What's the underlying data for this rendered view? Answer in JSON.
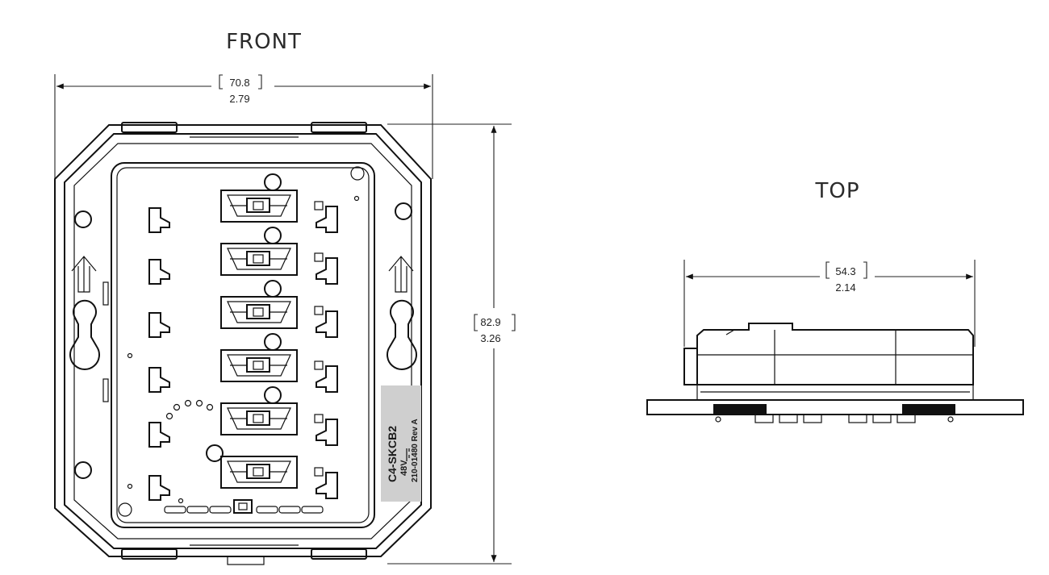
{
  "front": {
    "title": "FRONT",
    "width_mm": "70.8",
    "width_in": "2.79",
    "height_mm": "82.9",
    "height_in": "3.26"
  },
  "top": {
    "title": "TOP",
    "depth_mm": "54.3",
    "depth_in": "2.14"
  },
  "label": {
    "model": "C4-SKCB2",
    "voltage": "48V",
    "part_number": "210-01480 Rev A"
  }
}
